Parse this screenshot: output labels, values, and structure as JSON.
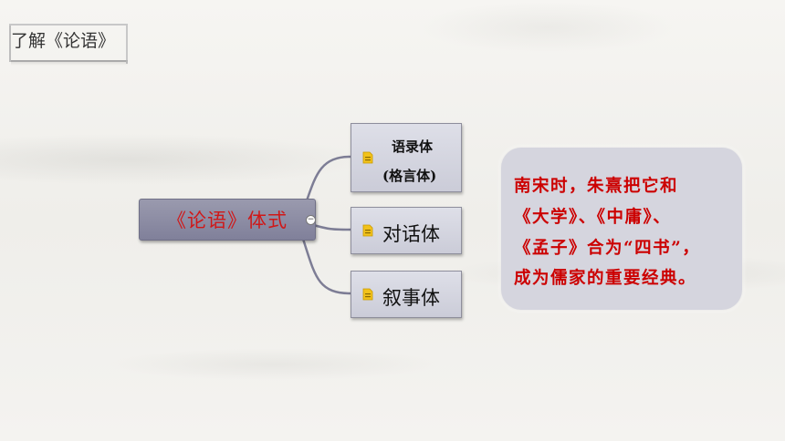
{
  "slide": {
    "title": "了解《论语》"
  },
  "mindmap": {
    "main_node": {
      "label": "《论语》体式"
    },
    "children": [
      {
        "line1": "语录体",
        "line2": "(格言体)",
        "icon": "note-icon"
      },
      {
        "label": "对话体",
        "icon": "note-icon"
      },
      {
        "label": "叙事体",
        "icon": "note-icon"
      }
    ]
  },
  "note_card": {
    "lines": [
      "南宋时，朱熹把它和",
      "《大学》、《中庸》、",
      "《孟子》合为“四书”，",
      "成为儒家的重要经典。"
    ]
  },
  "colors": {
    "accent_text": "#cc0000",
    "main_node_fill": "#8a8aa2",
    "child_node_fill": "#d4d5e0",
    "card_fill": "#d5d5de",
    "note_icon": "#f2c21b"
  }
}
